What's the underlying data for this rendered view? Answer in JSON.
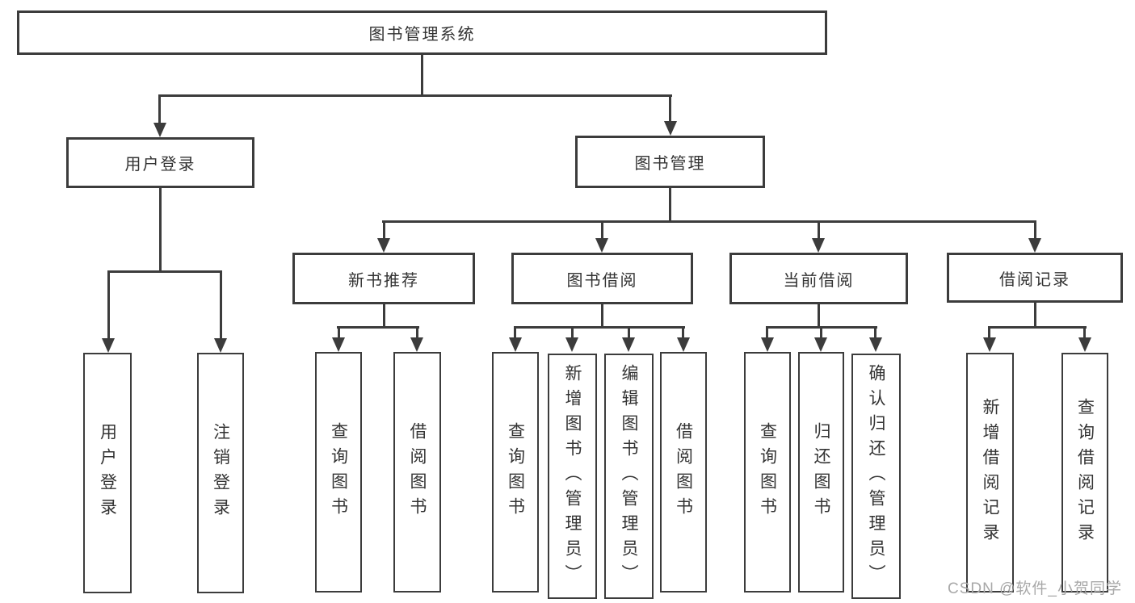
{
  "title": "图书管理系统",
  "watermark": "CSDN @软件_小贺同学",
  "colors": {
    "line": "#3c3c3c",
    "text": "#333333",
    "watermark": "#a8a8a8",
    "background": "#ffffff"
  },
  "level1": [
    {
      "label": "用户登录"
    },
    {
      "label": "图书管理"
    }
  ],
  "level2": [
    {
      "label": "新书推荐"
    },
    {
      "label": "图书借阅"
    },
    {
      "label": "当前借阅"
    },
    {
      "label": "借阅记录"
    }
  ],
  "leaves": {
    "user_login": [
      {
        "label": "用户登录"
      },
      {
        "label": "注销登录"
      }
    ],
    "new_books": [
      {
        "label": "查询图书"
      },
      {
        "label": "借阅图书"
      }
    ],
    "book_borrow": [
      {
        "label": "查询图书"
      },
      {
        "label": "新增图书（管理员）"
      },
      {
        "label": "编辑图书（管理员）"
      },
      {
        "label": "借阅图书"
      }
    ],
    "current_borrow": [
      {
        "label": "查询图书"
      },
      {
        "label": "归还图书"
      },
      {
        "label": "确认归还（管理员）"
      }
    ],
    "borrow_records": [
      {
        "label": "新增借阅记录"
      },
      {
        "label": "查询借阅记录"
      }
    ]
  }
}
